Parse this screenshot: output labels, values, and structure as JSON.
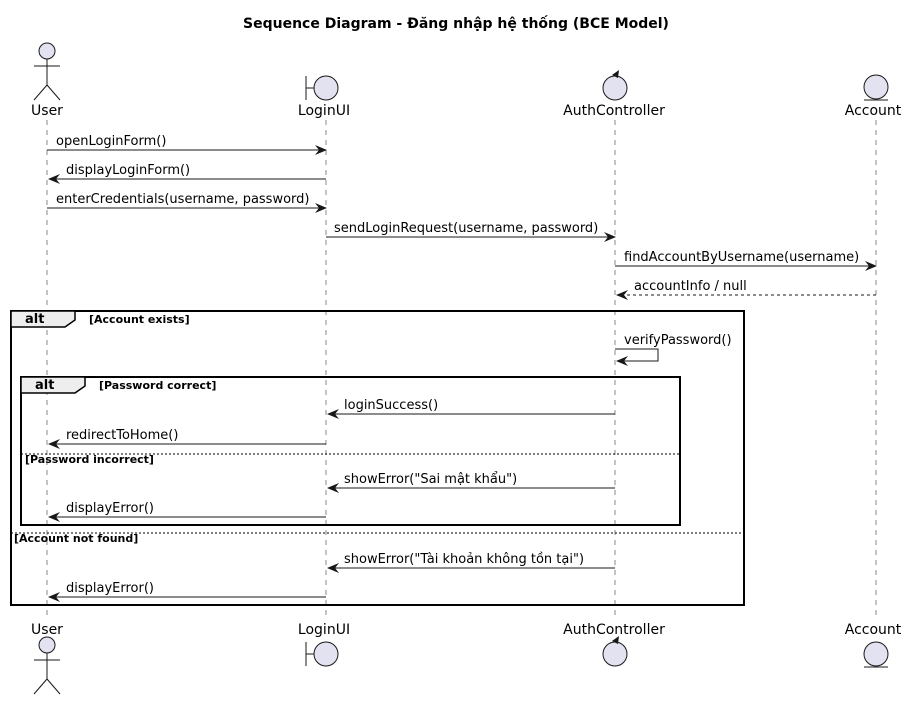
{
  "title": "Sequence Diagram - Đăng nhập hệ thống (BCE Model)",
  "participants": [
    {
      "id": "user",
      "label": "User",
      "kind": "actor"
    },
    {
      "id": "loginui",
      "label": "LoginUI",
      "kind": "boundary"
    },
    {
      "id": "authcontroller",
      "label": "AuthController",
      "kind": "control"
    },
    {
      "id": "account",
      "label": "Account",
      "kind": "entity"
    }
  ],
  "messages": [
    {
      "from": "user",
      "to": "loginui",
      "label": "openLoginForm()",
      "style": "solid"
    },
    {
      "from": "loginui",
      "to": "user",
      "label": "displayLoginForm()",
      "style": "solid"
    },
    {
      "from": "user",
      "to": "loginui",
      "label": "enterCredentials(username, password)",
      "style": "solid"
    },
    {
      "from": "loginui",
      "to": "authcontroller",
      "label": "sendLoginRequest(username, password)",
      "style": "solid"
    },
    {
      "from": "authcontroller",
      "to": "account",
      "label": "findAccountByUsername(username)",
      "style": "solid"
    },
    {
      "from": "account",
      "to": "authcontroller",
      "label": "accountInfo / null",
      "style": "dashed"
    },
    {
      "from": "authcontroller",
      "to": "authcontroller",
      "label": "verifyPassword()",
      "style": "self"
    },
    {
      "from": "authcontroller",
      "to": "loginui",
      "label": "loginSuccess()",
      "style": "solid"
    },
    {
      "from": "loginui",
      "to": "user",
      "label": "redirectToHome()",
      "style": "solid"
    },
    {
      "from": "authcontroller",
      "to": "loginui",
      "label": "showError(\"Sai mật khẩu\")",
      "style": "solid"
    },
    {
      "from": "loginui",
      "to": "user",
      "label": "displayError()",
      "style": "solid"
    },
    {
      "from": "authcontroller",
      "to": "loginui",
      "label": "showError(\"Tài khoản không tồn tại\")",
      "style": "solid"
    },
    {
      "from": "loginui",
      "to": "user",
      "label": "displayError()",
      "style": "solid"
    }
  ],
  "fragments": [
    {
      "keyword": "alt",
      "guards": [
        "[Account exists]",
        "[Account not found]"
      ]
    },
    {
      "keyword": "alt",
      "guards": [
        "[Password correct]",
        "[Password incorrect]"
      ]
    }
  ]
}
